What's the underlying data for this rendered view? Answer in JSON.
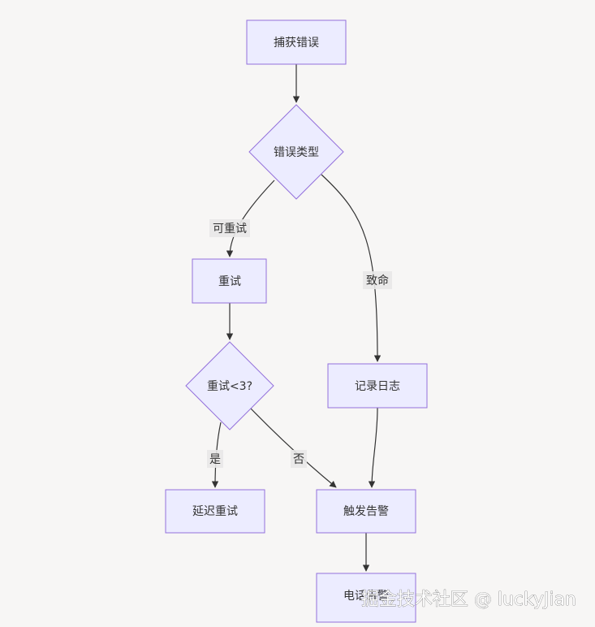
{
  "nodes": {
    "capture": "捕获错误",
    "error_type": "错误类型",
    "retry": "重试",
    "retry_check": "重试<3?",
    "log": "记录日志",
    "delay_retry": "延迟重试",
    "alert": "触发告警",
    "phone_alert": "电话告警"
  },
  "edges": {
    "retryable": "可重试",
    "fatal": "致命",
    "yes": "是",
    "no": "否"
  },
  "watermark": "掘金技术社区 @ luckyJian",
  "colors": {
    "node_fill": "#ececff",
    "node_stroke": "#9370db",
    "edge": "#333333",
    "background": "#f7f6f5"
  }
}
